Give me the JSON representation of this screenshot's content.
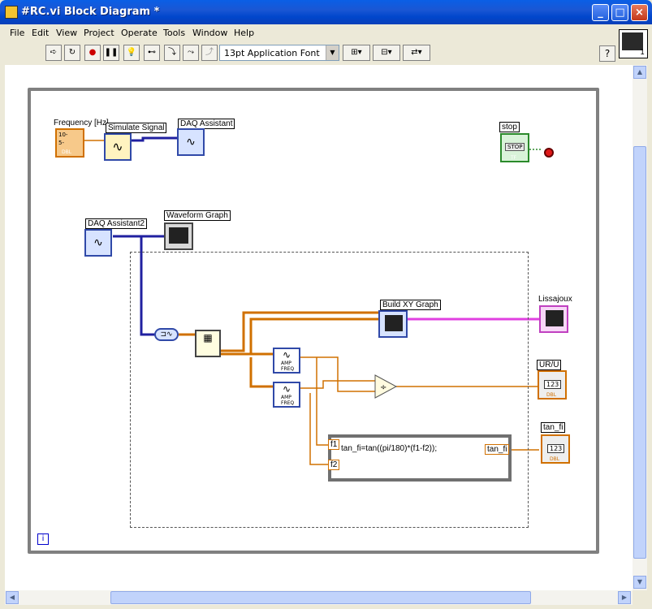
{
  "window": {
    "title": "#RC.vi Block Diagram *",
    "controls": {
      "minimize": "_",
      "maximize": "□",
      "close": "×"
    }
  },
  "menu": {
    "items": [
      "File",
      "Edit",
      "View",
      "Project",
      "Operate",
      "Tools",
      "Window",
      "Help"
    ]
  },
  "toolbar": {
    "font_select": "13pt Application Font",
    "help": "?",
    "vi_icon_number": "1"
  },
  "diagram": {
    "labels": {
      "frequency": "Frequency [Hz]",
      "simulate_signal": "Simulate Signal",
      "daq_assistant": "DAQ Assistant",
      "daq_assistant2": "DAQ Assistant2",
      "waveform_graph": "Waveform Graph",
      "build_xy_graph": "Build XY Graph",
      "lissajoux": "Lissajoux",
      "ur_u": "UR/U",
      "tan_fi": "tan_fi",
      "stop": "stop"
    },
    "freq_control": {
      "hi": "10-",
      "lo": "5-",
      "type": "DBL"
    },
    "stop_button": {
      "text": "STOP",
      "tf": "TF"
    },
    "indicator_value": "123",
    "indicator_type": "DBL",
    "tone_node_label": "AMP FREQ",
    "formula": {
      "expression": "tan_fi=tan((pi/180)*(f1-f2));",
      "input1": "f1",
      "input2": "f2",
      "output": "tan_fi"
    },
    "info": "i"
  }
}
